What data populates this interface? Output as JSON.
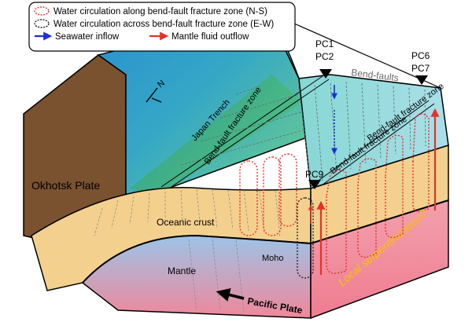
{
  "legend": {
    "items": [
      {
        "text": "Water circulation along bend-fault fracture zone (N-S)",
        "symbol": "red-dotted-ellipse",
        "color": "#e8302a"
      },
      {
        "text": "Water circulation across bend-fault fracture zone (E-W)",
        "symbol": "black-dotted-ellipse",
        "color": "#222222"
      },
      {
        "text": "Seawater inflow",
        "symbol": "blue-arrow",
        "color": "#1b2fd6"
      },
      {
        "text": "Mantle fluid outflow",
        "symbol": "red-arrow",
        "color": "#e8302a"
      }
    ]
  },
  "labels": {
    "okhotsk": "Okhotsk Plate",
    "trench": "Japan Trench",
    "bend_faults": "Bend-faults",
    "fracture_zone_1": "Bend-fault fracture zone",
    "fracture_zone_2": "Bend-fault fracture zone",
    "fracture_zone_3": "Bend-fault fracture zone",
    "oceanic_crust": "Oceanic crust",
    "moho": "Moho",
    "mantle": "Mantle",
    "pacific": "Pacific Plate",
    "serpentinization": "Local serpentinization?",
    "north": "N"
  },
  "stations": {
    "pc1": "PC1",
    "pc2": "PC2",
    "pc6": "PC6",
    "pc7": "PC7",
    "pc9": "PC9"
  },
  "colors": {
    "okhotsk": "#7a5230",
    "crust": "#f3d08e",
    "mantle_top": "#8fb8e0",
    "mantle_bottom": "#f08a9a",
    "sea_deep": "#2a9ad0",
    "sea_green": "#3fae6e",
    "accent_red": "#e8302a",
    "accent_blue": "#1b2fd6",
    "serpentinization_text": "#f5c400"
  }
}
